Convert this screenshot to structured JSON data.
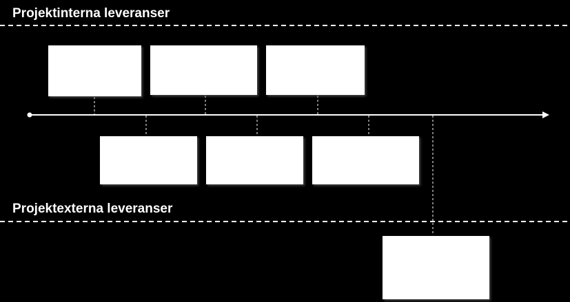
{
  "sections": {
    "internal_label": "Projektinterna leveranser",
    "external_label": "Projektexterna leveranser"
  },
  "colors": {
    "background": "#000000",
    "foreground": "#ffffff",
    "box_fill": "#ffffff"
  },
  "diagram": {
    "type": "timeline",
    "timeline_direction": "left-to-right",
    "internal_boxes_above_timeline": 3,
    "internal_boxes_below_timeline": 3,
    "external_boxes": 1
  }
}
